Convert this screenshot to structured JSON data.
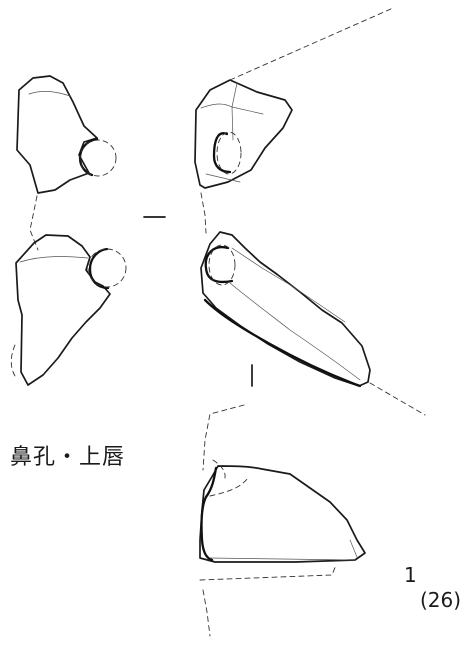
{
  "caption": "鼻孔・上唇",
  "figure": {
    "number": "1",
    "count": "(26)"
  }
}
